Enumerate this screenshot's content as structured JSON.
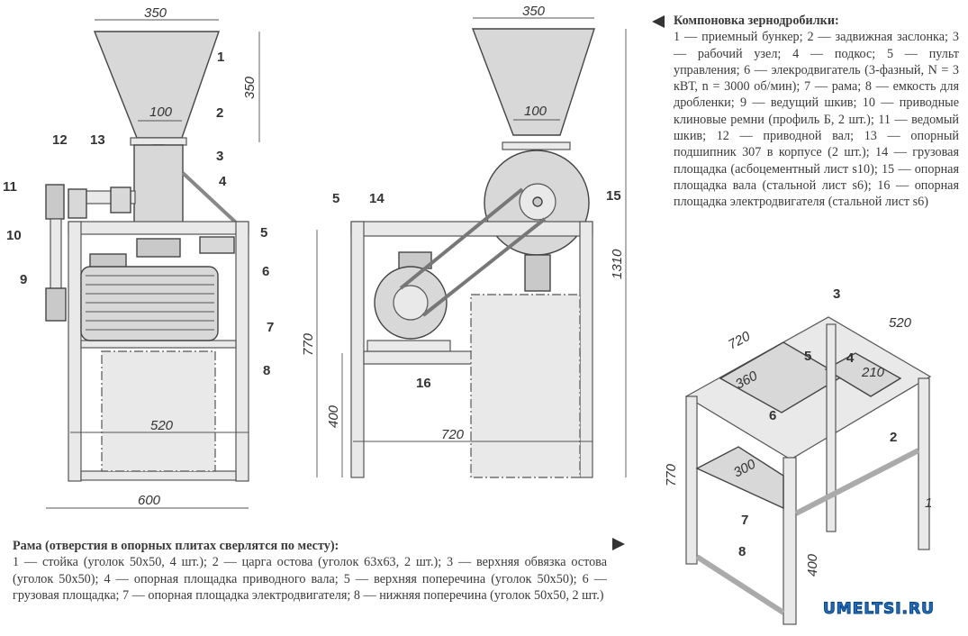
{
  "front_view": {
    "dims": {
      "hopper_top": "350",
      "hopper_height": "350",
      "hopper_outlet": "100",
      "inner_width": "520",
      "overall_width": "600"
    },
    "labels": [
      "1",
      "2",
      "3",
      "4",
      "5",
      "6",
      "7",
      "8",
      "9",
      "10",
      "11",
      "12",
      "13"
    ]
  },
  "side_view": {
    "dims": {
      "hopper_top": "350",
      "hopper_outlet": "100",
      "total_height": "1310",
      "frame_height": "770",
      "shelf_height": "400",
      "frame_length": "720"
    },
    "labels": [
      "5",
      "14",
      "15",
      "16"
    ]
  },
  "frame_view": {
    "dims": {
      "length": "720",
      "width": "520",
      "platform_6": "360",
      "platform_4": "210",
      "platform_7": "300",
      "height": "770",
      "shelf_height": "400"
    },
    "labels": [
      "1",
      "2",
      "3",
      "4",
      "5",
      "6",
      "7",
      "8"
    ]
  },
  "legend_right": {
    "title": "Компоновка зернодробилки:",
    "text": "1 — приемный бункер; 2 — задвижная заслонка; 3 — рабочий узел; 4 — подкос; 5 — пульт управления; 6 — элекродвигатель (3-фазный, N = 3 кВТ, n = 3000 об/мин); 7 — рама; 8 — емкость для дробленки; 9 — ведущий шкив; 10 — приводные клиновые ремни (профиль Б, 2 шт.); 11 — ведомый шкив; 12 — приводной вал; 13 — опорный подшипник 307 в корпусе (2 шт.); 14 — грузовая площадка (асбоцементный лист s10); 15 — опорная площадка вала (стальной лист s6); 16 — опорная площадка электродвигателя (стальной лист s6)"
  },
  "legend_bottom": {
    "title": "Рама (отверстия в опорных плитах сверлятся по месту):",
    "text": "1 — стойка (уголок 50х50, 4 шт.); 2 — царга остова (уголок 63х63, 2 шт.); 3 — верхняя обвязка остова (уголок 50х50); 4 — опорная площадка приводного вала; 5 — верхняя поперечина (уголок 50х50); 6 — грузовая площадка; 7 — опорная площадка электродвигателя; 8 — нижняя поперечина (уголок 50х50, 2 шт.)"
  },
  "watermark": "UMELTSI.RU"
}
